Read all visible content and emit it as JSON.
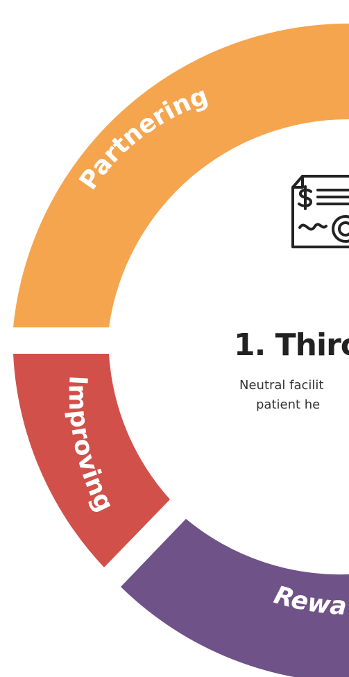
{
  "segments": [
    {
      "label": "Partnering",
      "color": "#f5a54e"
    },
    {
      "label": "Improving",
      "color": "#d2504a"
    },
    {
      "label": "Rewa",
      "color": "#6f5287"
    }
  ],
  "center": {
    "icon": "invoice-certificate-icon",
    "title": "1. Thirc",
    "description_lines": [
      "Neutral facilit",
      "patient he"
    ]
  }
}
